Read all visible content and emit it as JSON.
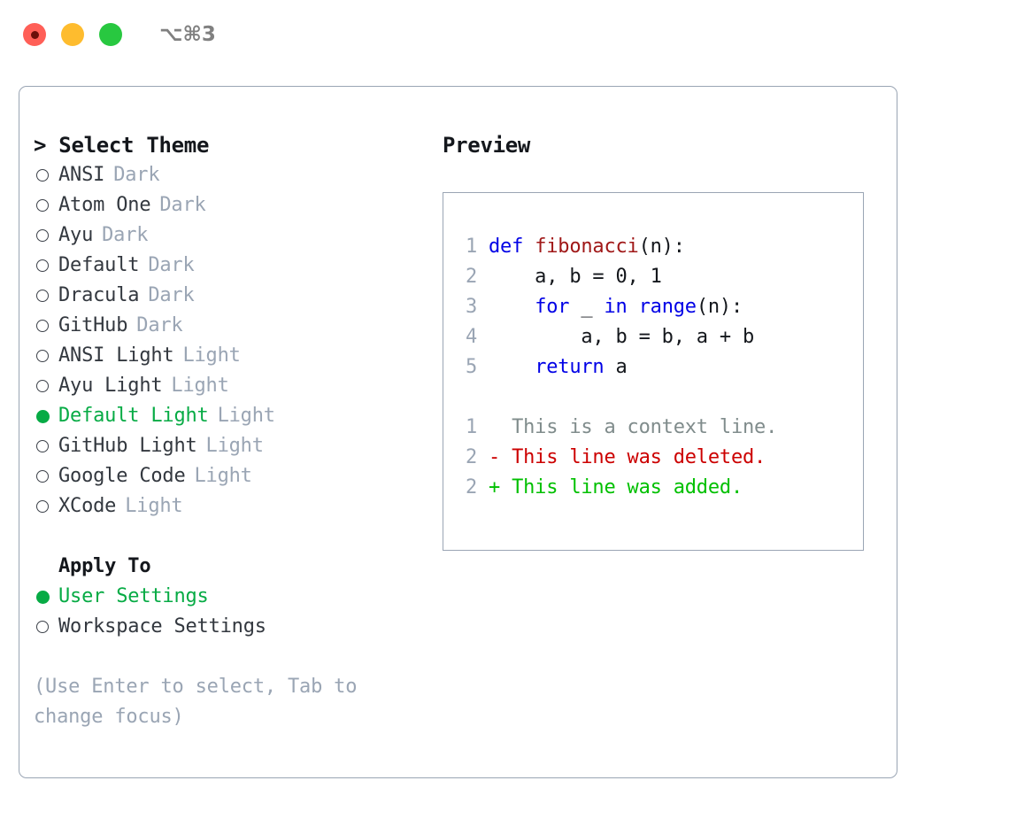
{
  "titlebar": {
    "shortcut": "⌥⌘3",
    "buttons": [
      "close",
      "minimize",
      "zoom"
    ]
  },
  "theme_picker": {
    "heading": "> Select Theme",
    "items": [
      {
        "marker": "○",
        "label": "ANSI",
        "suffix": "Dark",
        "selected": false
      },
      {
        "marker": "○",
        "label": "Atom One",
        "suffix": "Dark",
        "selected": false
      },
      {
        "marker": "○",
        "label": "Ayu",
        "suffix": "Dark",
        "selected": false
      },
      {
        "marker": "○",
        "label": "Default",
        "suffix": "Dark",
        "selected": false
      },
      {
        "marker": "○",
        "label": "Dracula",
        "suffix": "Dark",
        "selected": false
      },
      {
        "marker": "○",
        "label": "GitHub",
        "suffix": "Dark",
        "selected": false
      },
      {
        "marker": "○",
        "label": "ANSI Light",
        "suffix": "Light",
        "selected": false
      },
      {
        "marker": "○",
        "label": "Ayu Light",
        "suffix": "Light",
        "selected": false
      },
      {
        "marker": "●",
        "label": "Default Light",
        "suffix": "Light",
        "selected": true
      },
      {
        "marker": "○",
        "label": "GitHub Light",
        "suffix": "Light",
        "selected": false
      },
      {
        "marker": "○",
        "label": "Google Code",
        "suffix": "Light",
        "selected": false
      },
      {
        "marker": "○",
        "label": "XCode",
        "suffix": "Light",
        "selected": false
      }
    ]
  },
  "apply_to": {
    "heading": "Apply To",
    "items": [
      {
        "marker": "●",
        "label": "User Settings",
        "selected": true
      },
      {
        "marker": "○",
        "label": "Workspace Settings",
        "selected": false
      }
    ]
  },
  "hint": {
    "line1": "(Use Enter to select, Tab to",
    "line2": "change focus)"
  },
  "preview": {
    "heading": "Preview",
    "code_lines": [
      {
        "num": "1",
        "tokens": [
          {
            "t": "def",
            "c": "kw"
          },
          {
            "t": " ",
            "c": "plain"
          },
          {
            "t": "fibonacci",
            "c": "fn"
          },
          {
            "t": "(n):",
            "c": "plain"
          }
        ]
      },
      {
        "num": "2",
        "tokens": [
          {
            "t": "    a, b = 0, 1",
            "c": "plain"
          }
        ]
      },
      {
        "num": "3",
        "tokens": [
          {
            "t": "    ",
            "c": "plain"
          },
          {
            "t": "for",
            "c": "kw"
          },
          {
            "t": " _ ",
            "c": "plain"
          },
          {
            "t": "in",
            "c": "kw"
          },
          {
            "t": " ",
            "c": "plain"
          },
          {
            "t": "range",
            "c": "kw"
          },
          {
            "t": "(n):",
            "c": "plain"
          }
        ]
      },
      {
        "num": "4",
        "tokens": [
          {
            "t": "        a, b = b, a + b",
            "c": "plain"
          }
        ]
      },
      {
        "num": "5",
        "tokens": [
          {
            "t": "    ",
            "c": "plain"
          },
          {
            "t": "return",
            "c": "kw"
          },
          {
            "t": " a",
            "c": "plain"
          }
        ]
      }
    ],
    "diff_lines": [
      {
        "num": "1",
        "text": "  This is a context line.",
        "kind": "ctx"
      },
      {
        "num": "2",
        "text": "- This line was deleted.",
        "kind": "del"
      },
      {
        "num": "2",
        "text": "+ This line was added.",
        "kind": "add"
      }
    ]
  },
  "colors": {
    "accent_green": "#07ab45",
    "keyword_blue": "#0000e6",
    "function_red": "#a01818",
    "diff_deleted": "#cc0000",
    "diff_added": "#00c000",
    "muted_gray": "#9aa5b4",
    "text_dark": "#33383f",
    "border": "#9aa5b4"
  }
}
